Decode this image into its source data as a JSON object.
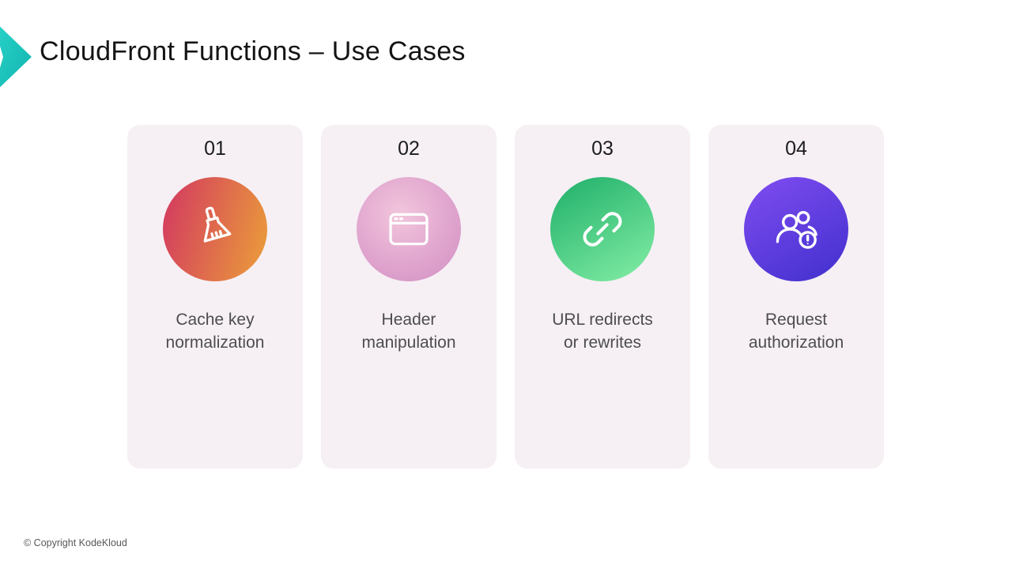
{
  "slide": {
    "title": "CloudFront Functions – Use Cases",
    "accent_color": "#1cc8c0",
    "card_background": "#f6f0f5",
    "footer": "© Copyright KodeKloud"
  },
  "cards": [
    {
      "number": "01",
      "label": "Cache key\nnormalization",
      "icon": "broom-icon",
      "circle_bg": "linear-gradient(105deg, #d43f5e 8%, #e9973c 92%)"
    },
    {
      "number": "02",
      "label": "Header\nmanipulation",
      "icon": "browser-window-icon",
      "circle_bg": "radial-gradient(circle at 42% 36%, #f2c6dc 0%, #e0a5ce 55%, #d08fc2 100%)"
    },
    {
      "number": "03",
      "label": "URL redirects\nor rewrites",
      "icon": "chain-link-icon",
      "circle_bg": "linear-gradient(150deg, #23b26c 5%, #80eba3 95%)"
    },
    {
      "number": "04",
      "label": "Request\nauthorization",
      "icon": "users-alert-icon",
      "circle_bg": "linear-gradient(150deg, #7d4bef 5%, #4431cf 95%)"
    }
  ]
}
